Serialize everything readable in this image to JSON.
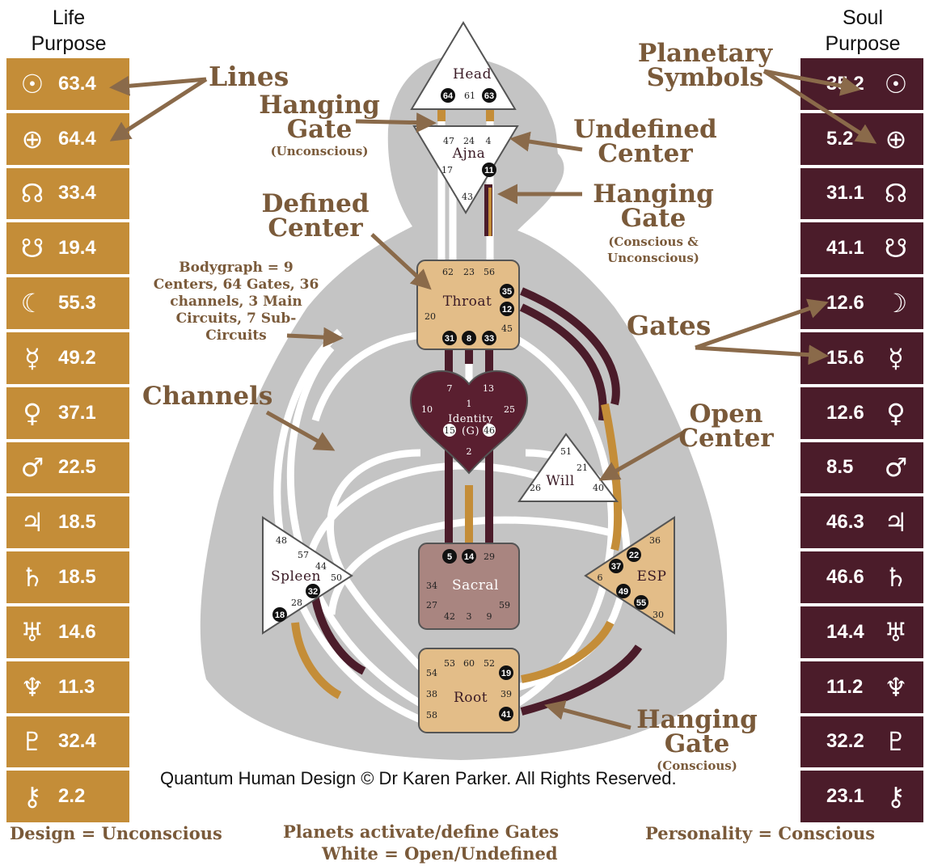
{
  "left_title": "Life\nPurpose",
  "right_title": "Soul\nPurpose",
  "design": [
    {
      "symbol": "☉",
      "value": "63.4"
    },
    {
      "symbol": "⊕",
      "value": "64.4"
    },
    {
      "symbol": "☊",
      "value": "33.4"
    },
    {
      "symbol": "☋",
      "value": "19.4"
    },
    {
      "symbol": "☾",
      "value": "55.3"
    },
    {
      "symbol": "☿",
      "value": "49.2"
    },
    {
      "symbol": "♀",
      "value": "37.1"
    },
    {
      "symbol": "♂",
      "value": "22.5"
    },
    {
      "symbol": "♃",
      "value": "18.5"
    },
    {
      "symbol": "♄",
      "value": "18.5"
    },
    {
      "symbol": "♅",
      "value": "14.6"
    },
    {
      "symbol": "♆",
      "value": "11.3"
    },
    {
      "symbol": "♇",
      "value": "32.4"
    },
    {
      "symbol": "⚷",
      "value": "2.2"
    }
  ],
  "personality": [
    {
      "symbol": "☉",
      "value": "35.2"
    },
    {
      "symbol": "⊕",
      "value": "5.2"
    },
    {
      "symbol": "☊",
      "value": "31.1"
    },
    {
      "symbol": "☋",
      "value": "41.1"
    },
    {
      "symbol": "☽",
      "value": "12.6"
    },
    {
      "symbol": "☿",
      "value": "15.6"
    },
    {
      "symbol": "♀",
      "value": "12.6"
    },
    {
      "symbol": "♂",
      "value": "8.5"
    },
    {
      "symbol": "♃",
      "value": "46.3"
    },
    {
      "symbol": "♄",
      "value": "46.6"
    },
    {
      "symbol": "♅",
      "value": "14.4"
    },
    {
      "symbol": "♆",
      "value": "11.2"
    },
    {
      "symbol": "♇",
      "value": "32.2"
    },
    {
      "symbol": "⚷",
      "value": "23.1"
    }
  ],
  "colors": {
    "design": "#c48d38",
    "personality": "#4b1c2a",
    "defined": "#e3bd88",
    "sacral": "#a98580",
    "identity": "#5a1f30",
    "body": "#c4c4c4",
    "annotation": "#7a5a3a"
  },
  "centers": {
    "head": "Head",
    "ajna": "Ajna",
    "throat": "Throat",
    "identity_l1": "Identity",
    "identity_l2": "(G)",
    "will": "Will",
    "spleen": "Spleen",
    "sacral": "Sacral",
    "esp": "ESP",
    "root": "Root"
  },
  "annotations": {
    "lines": "Lines",
    "hanging_gate_unc_1": "Hanging",
    "hanging_gate_unc_2": "Gate",
    "hanging_gate_unc_3": "(Unconscious)",
    "undefined_center_1": "Undefined",
    "undefined_center_2": "Center",
    "defined_center_1": "Defined",
    "defined_center_2": "Center",
    "hanging_gate_both_1": "Hanging",
    "hanging_gate_both_2": "Gate",
    "hanging_gate_both_3": "(Conscious &",
    "hanging_gate_both_4": "Unconscious)",
    "bodygraph_1": "Bodygraph = 9",
    "bodygraph_2": "Centers, 64 Gates, 36",
    "bodygraph_3": "channels, 3  Main",
    "bodygraph_4": "Circuits, 7 Sub-",
    "bodygraph_5": "Circuits",
    "gates": "Gates",
    "channels": "Channels",
    "open_center_1": "Open",
    "open_center_2": "Center",
    "hanging_gate_con_1": "Hanging",
    "hanging_gate_con_2": "Gate",
    "hanging_gate_con_3": "(Conscious)",
    "planetary_1": "Planetary",
    "planetary_2": "Symbols"
  },
  "copyright": "Quantum Human Design © Dr Karen Parker. All Rights Reserved.",
  "footer": {
    "design": "Design = Unconscious",
    "planets": "Planets activate/define Gates",
    "white": "White = Open/Undefined",
    "personality": "Personality = Conscious"
  }
}
